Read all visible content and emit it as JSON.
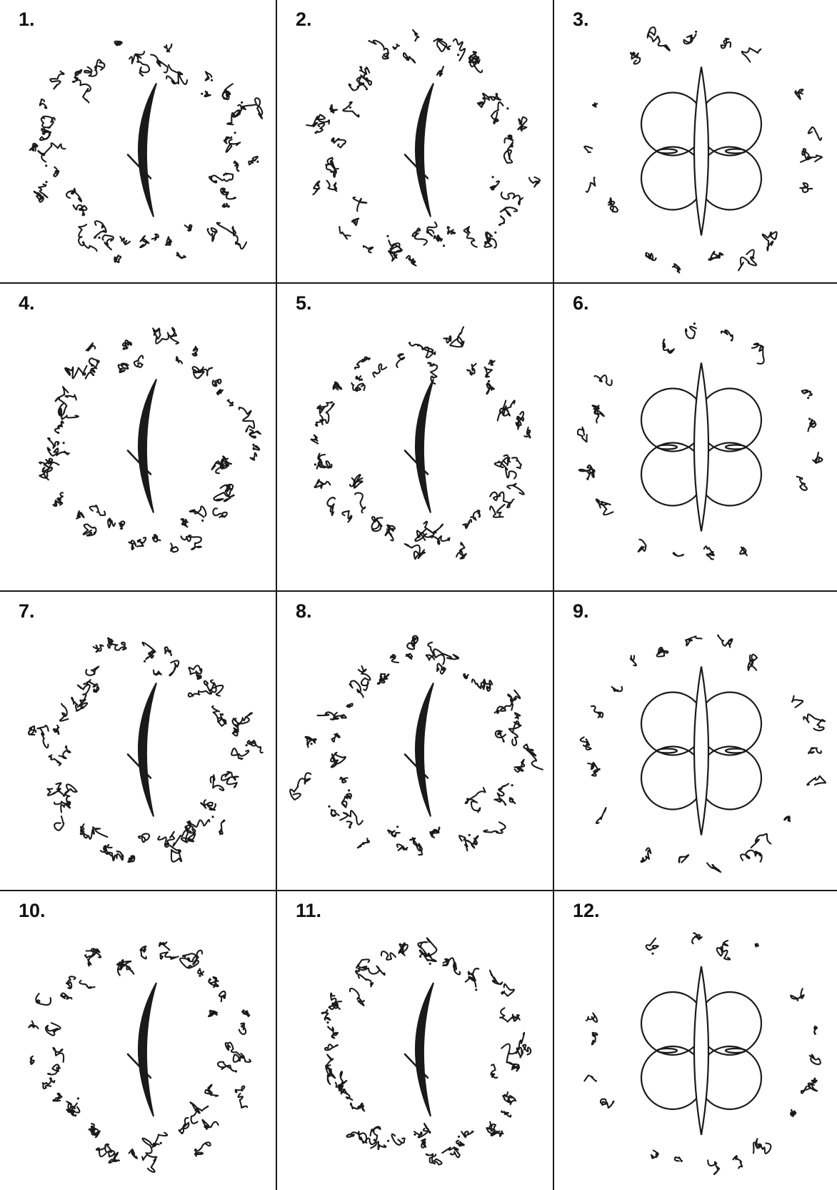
{
  "figure": {
    "panels": [
      {
        "label": "1.",
        "center_motif": "crescent-stroke",
        "ring": "dense"
      },
      {
        "label": "2.",
        "center_motif": "crescent-stroke",
        "ring": "dense"
      },
      {
        "label": "3.",
        "center_motif": "four-loop-flower",
        "ring": "sparse"
      },
      {
        "label": "4.",
        "center_motif": "crescent-stroke",
        "ring": "dense"
      },
      {
        "label": "5.",
        "center_motif": "crescent-stroke",
        "ring": "dense"
      },
      {
        "label": "6.",
        "center_motif": "four-loop-flower",
        "ring": "sparse"
      },
      {
        "label": "7.",
        "center_motif": "crescent-stroke",
        "ring": "dense"
      },
      {
        "label": "8.",
        "center_motif": "crescent-stroke",
        "ring": "dense"
      },
      {
        "label": "9.",
        "center_motif": "four-loop-flower",
        "ring": "sparse"
      },
      {
        "label": "10.",
        "center_motif": "crescent-stroke",
        "ring": "dense"
      },
      {
        "label": "11.",
        "center_motif": "crescent-stroke",
        "ring": "dense"
      },
      {
        "label": "12.",
        "center_motif": "four-loop-flower",
        "ring": "sparse"
      }
    ]
  },
  "colors": {
    "ink": "#1a1a1a",
    "paper": "#ffffff",
    "grid": "#1a1a1a"
  }
}
